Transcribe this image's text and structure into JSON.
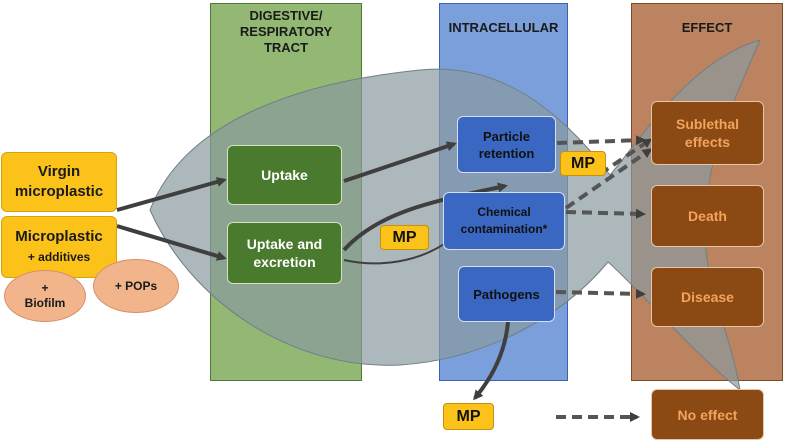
{
  "columns": {
    "digestive": "DIGESTIVE/ RESPIRATORY TRACT",
    "intracellular": "INTRACELLULAR",
    "effect": "EFFECT"
  },
  "sources": {
    "virgin": "Virgin microplastic",
    "microplastic": "Microplastic",
    "additives": "+ additives",
    "biofilm": "+ Biofilm",
    "pops": "+ POPs"
  },
  "tract": {
    "uptake": "Uptake",
    "uptake_excretion": "Uptake and excretion"
  },
  "intracellular": {
    "particle_retention": "Particle retention",
    "chemical_contamination": "Chemical contamination*",
    "pathogens": "Pathogens"
  },
  "effects": {
    "sublethal": "Sublethal effects",
    "death": "Death",
    "disease": "Disease",
    "no_effect": "No effect"
  },
  "mp_labels": {
    "mp_retention": "MP",
    "mp_chemical": "MP",
    "mp_bottom": "MP"
  },
  "colors": {
    "fish": "#8a9aa0",
    "arrow": "#3f3f3f",
    "source": "#fbc31a",
    "tract_box": "#4a7a2e",
    "cell_box": "#3a67c2",
    "effect_box": "#8b4a14"
  }
}
